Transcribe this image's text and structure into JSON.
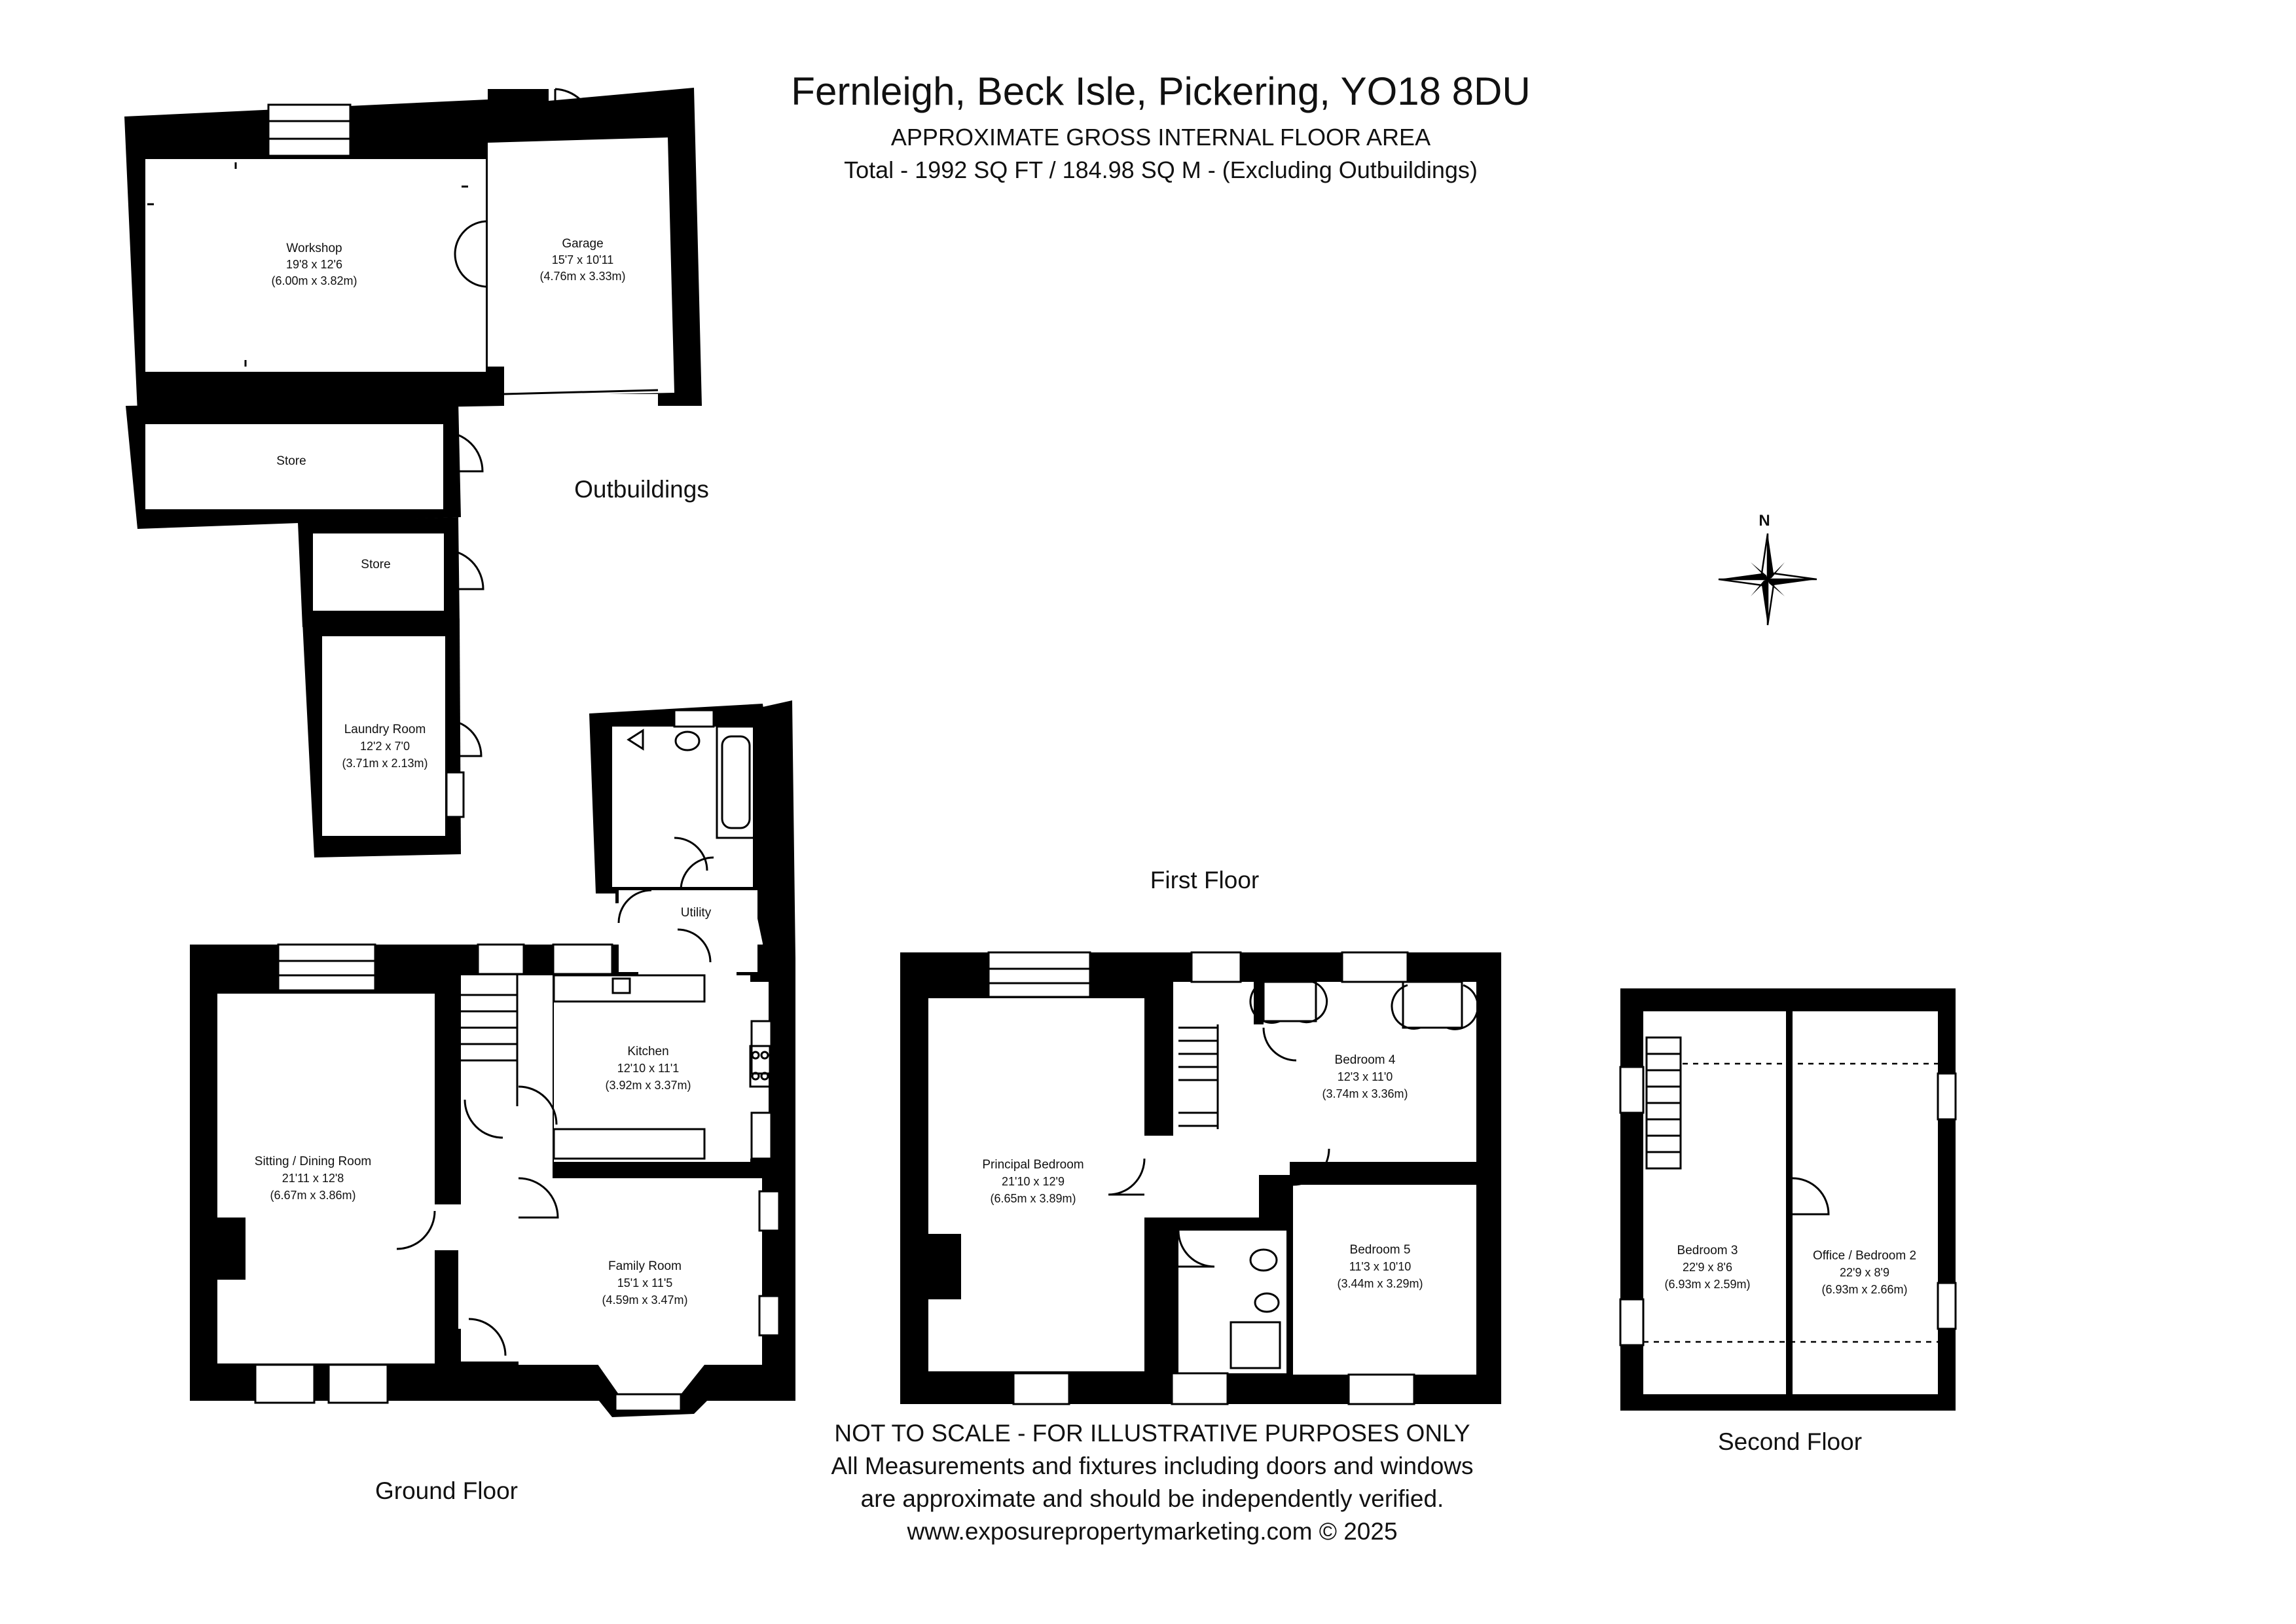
{
  "header": {
    "title": "Fernleigh, Beck Isle, Pickering, YO18 8DU",
    "subtitle": "APPROXIMATE GROSS INTERNAL FLOOR AREA",
    "total": "Total - 1992 SQ FT / 184.98 SQ M - (Excluding Outbuildings)"
  },
  "floors": {
    "outbuildings": "Outbuildings",
    "ground": "Ground Floor",
    "first": "First Floor",
    "second": "Second Floor"
  },
  "rooms": {
    "workshop": {
      "name": "Workshop",
      "imperial": "19'8 x 12'6",
      "metric": "(6.00m x 3.82m)"
    },
    "garage": {
      "name": "Garage",
      "imperial": "15'7 x 10'11",
      "metric": "(4.76m x 3.33m)"
    },
    "store1": {
      "name": "Store"
    },
    "store2": {
      "name": "Store"
    },
    "laundry": {
      "name": "Laundry Room",
      "imperial": "12'2 x 7'0",
      "metric": "(3.71m x 2.13m)"
    },
    "utility": {
      "name": "Utility"
    },
    "kitchen": {
      "name": "Kitchen",
      "imperial": "12'10 x 11'1",
      "metric": "(3.92m x 3.37m)"
    },
    "sitting": {
      "name": "Sitting / Dining Room",
      "imperial": "21'11 x 12'8",
      "metric": "(6.67m x 3.86m)"
    },
    "family": {
      "name": "Family Room",
      "imperial": "15'1 x 11'5",
      "metric": "(4.59m x 3.47m)"
    },
    "principal": {
      "name": "Principal Bedroom",
      "imperial": "21'10 x 12'9",
      "metric": "(6.65m x 3.89m)"
    },
    "bedroom4": {
      "name": "Bedroom 4",
      "imperial": "12'3 x 11'0",
      "metric": "(3.74m x 3.36m)"
    },
    "bedroom5": {
      "name": "Bedroom 5",
      "imperial": "11'3 x 10'10",
      "metric": "(3.44m x 3.29m)"
    },
    "bedroom3": {
      "name": "Bedroom 3",
      "imperial": "22'9 x 8'6",
      "metric": "(6.93m x 2.59m)"
    },
    "office": {
      "name": "Office / Bedroom 2",
      "imperial": "22'9 x 8'9",
      "metric": "(6.93m x 2.66m)"
    }
  },
  "compass": {
    "label": "N",
    "icon": "compass-rose-icon"
  },
  "footer": {
    "line1": "NOT TO SCALE - FOR ILLUSTRATIVE PURPOSES ONLY",
    "line2": "All Measurements and fixtures including doors and windows",
    "line3": "are approximate and should be independently verified.",
    "line4": "www.exposurepropertymarketing.com © 2025"
  }
}
